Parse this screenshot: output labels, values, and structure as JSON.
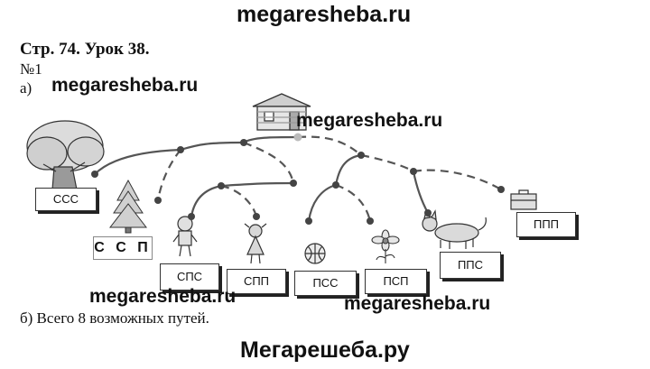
{
  "watermarks": {
    "top": "megaresheba.ru",
    "overlay_1": "megaresheba.ru",
    "overlay_2": "megaresheba.ru",
    "overlay_3": "megaresheba.ru",
    "overlay_4": "megaresheba.ru",
    "bottom": "Мегарешеба.ру"
  },
  "page": {
    "heading": "Стр. 74. Урок 38.",
    "task_number": "№1",
    "part_a": "а)",
    "answer_b": "б) Всего 8 возможных путей."
  },
  "cards": {
    "ccc": "ССС",
    "csp_big": "С С П",
    "sps": "СПС",
    "spp": "СПП",
    "pss": "ПСС",
    "psp": "ПСП",
    "pps": "ППС",
    "ppp": "ППП"
  },
  "icons": [
    "house-icon",
    "tree-icon",
    "fir-tree-icon",
    "boy-icon",
    "girl-icon",
    "ball-icon",
    "flower-icon",
    "cat-icon",
    "briefcase-icon"
  ]
}
